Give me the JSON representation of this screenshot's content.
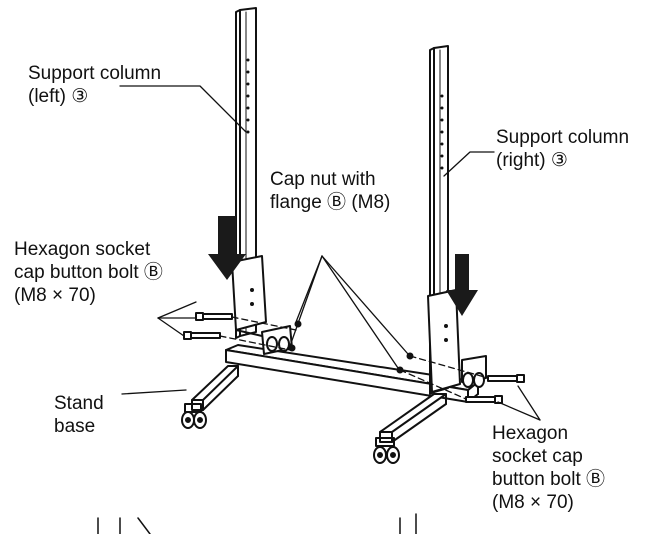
{
  "labels": {
    "support_left": [
      "Support column",
      "(left) ③"
    ],
    "support_right": [
      "Support column",
      "(right) ③"
    ],
    "cap_nut": [
      "Cap nut with",
      "flange Ⓑ (M8)"
    ],
    "bolt_left": [
      "Hexagon socket",
      "cap button bolt Ⓑ",
      "(M8 × 70)"
    ],
    "stand_base": [
      "Stand",
      "base"
    ],
    "bolt_right": [
      "Hexagon",
      "socket cap",
      "button bolt Ⓑ",
      "(M8 × 70)"
    ]
  },
  "colors": {
    "line": "#111111",
    "arrow": "#1a1a1a",
    "background": "#ffffff"
  }
}
